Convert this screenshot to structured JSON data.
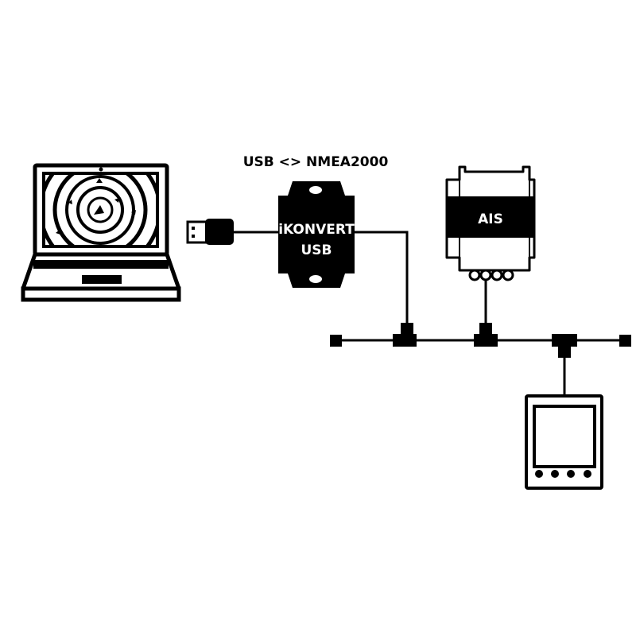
{
  "diagram": {
    "heading": "USB <> NMEA2000",
    "converter": {
      "line1": "iKONVERT",
      "line2": "USB"
    },
    "ais": {
      "label": "AIS"
    }
  },
  "colors": {
    "ink": "#000000",
    "paper": "#ffffff",
    "ais_body": "#ffffff",
    "ais_band": "#000000"
  }
}
